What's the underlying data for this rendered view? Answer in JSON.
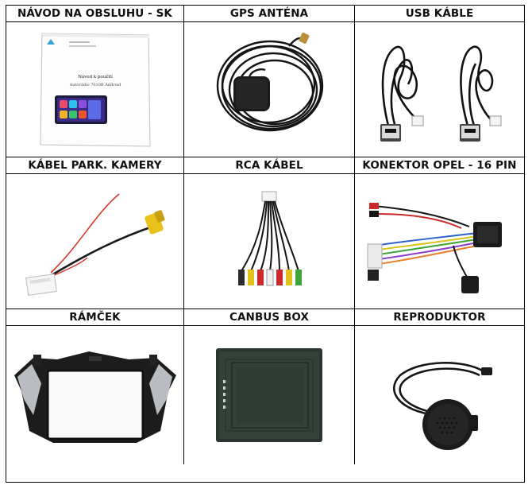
{
  "products": [
    {
      "label": "NÁVOD NA OBSLUHU - SK",
      "icon": "manual-booklet-icon",
      "manual": {
        "title": "Návod k použití",
        "subtitle": "Autorádio 7010B Android"
      }
    },
    {
      "label": "GPS ANTÉNA",
      "icon": "gps-antenna-icon"
    },
    {
      "label": "USB KÁBLE",
      "icon": "usb-cables-icon"
    },
    {
      "label": "KÁBEL PARK. KAMERY",
      "icon": "camera-cable-icon"
    },
    {
      "label": "RCA KÁBEL",
      "icon": "rca-cable-icon"
    },
    {
      "label": "KONEKTOR OPEL - 16 PIN",
      "icon": "opel-connector-icon"
    },
    {
      "label": "RÁMČEK",
      "icon": "dash-frame-icon"
    },
    {
      "label": "CANBUS BOX",
      "icon": "canbus-box-icon"
    },
    {
      "label": "REPRODUKTOR",
      "icon": "speaker-icon"
    }
  ],
  "colors": {
    "border": "#000000",
    "background": "#ffffff",
    "text": "#111111"
  }
}
